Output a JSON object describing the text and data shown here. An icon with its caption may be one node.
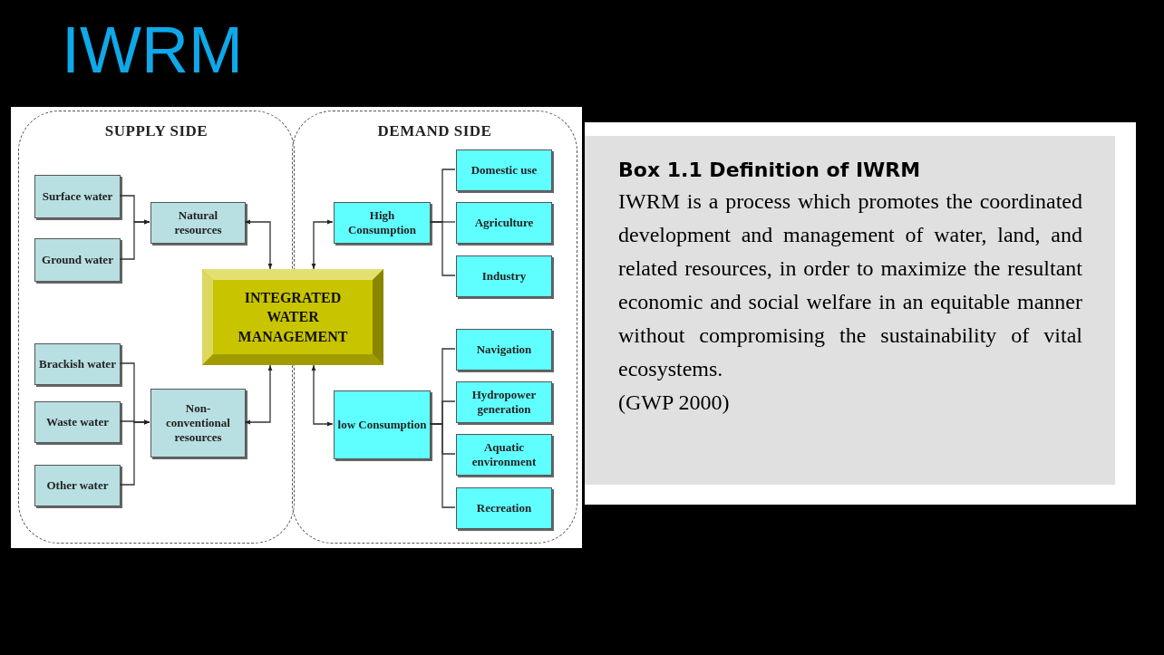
{
  "diagram": {
    "title": "IWRM",
    "nodes": [
      {
        "text": [
          "SUPPLY SIDE"
        ]
      },
      {
        "text": [
          "DEMAND SIDE"
        ]
      },
      {
        "text": [
          "Surface water"
        ],
        "in": 0
      },
      {
        "text": [
          "Ground water"
        ],
        "in": 0
      },
      {
        "text": [
          "Natural resources"
        ],
        "in": 0
      },
      {
        "text": [
          "Brackish water"
        ],
        "in": 0
      },
      {
        "text": [
          "Waste water"
        ],
        "in": 0
      },
      {
        "text": [
          "Other water"
        ],
        "in": 0
      },
      {
        "text": [
          "Non-conventional resources"
        ],
        "in": 0
      },
      {
        "text": [
          "INTEGRATED WATER MANAGEMENT"
        ]
      },
      {
        "text": [
          "High Consumption"
        ],
        "in": 1
      },
      {
        "text": [
          "Domestic use"
        ],
        "in": 1
      },
      {
        "text": [
          "Agriculture"
        ],
        "in": 1
      },
      {
        "text": [
          "Industry"
        ],
        "in": 1
      },
      {
        "text": [
          "low Consumption"
        ],
        "in": 1
      },
      {
        "text": [
          "Navigation"
        ],
        "in": 1
      },
      {
        "text": [
          "Hydropower generation"
        ],
        "in": 1
      },
      {
        "text": [
          "Aquatic environment"
        ],
        "in": 1
      },
      {
        "text": [
          "Recreation"
        ],
        "in": 1
      },
      {
        "text": [
          "Box 1.1 Definition of IWRM",
          "IWRM is a process which promotes the coordinated development and management of water, land, and related resources, in order to maximize the resultant economic and social welfare in an equitable manner without compromising the sustainability of vital ecosystems.",
          "(GWP 2000)"
        ]
      }
    ],
    "edges": [
      {
        "from": 2,
        "to": 4,
        "arrow": "to"
      },
      {
        "from": 3,
        "to": 4,
        "arrow": "to"
      },
      {
        "from": 4,
        "to": 9,
        "arrow": "both"
      },
      {
        "from": 5,
        "to": 8,
        "arrow": "to"
      },
      {
        "from": 6,
        "to": 8,
        "arrow": "to"
      },
      {
        "from": 7,
        "to": 8,
        "arrow": "to"
      },
      {
        "from": 8,
        "to": 9,
        "arrow": "both"
      },
      {
        "from": 9,
        "to": 10,
        "arrow": "both"
      },
      {
        "from": 9,
        "to": 14,
        "arrow": "both"
      },
      {
        "from": 10,
        "to": 11,
        "arrow": "none"
      },
      {
        "from": 10,
        "to": 12,
        "arrow": "none"
      },
      {
        "from": 10,
        "to": 13,
        "arrow": "none"
      },
      {
        "from": 14,
        "to": 15,
        "arrow": "none"
      },
      {
        "from": 14,
        "to": 16,
        "arrow": "none"
      },
      {
        "from": 14,
        "to": 17,
        "arrow": "none"
      },
      {
        "from": 14,
        "to": 18,
        "arrow": "none"
      }
    ]
  }
}
